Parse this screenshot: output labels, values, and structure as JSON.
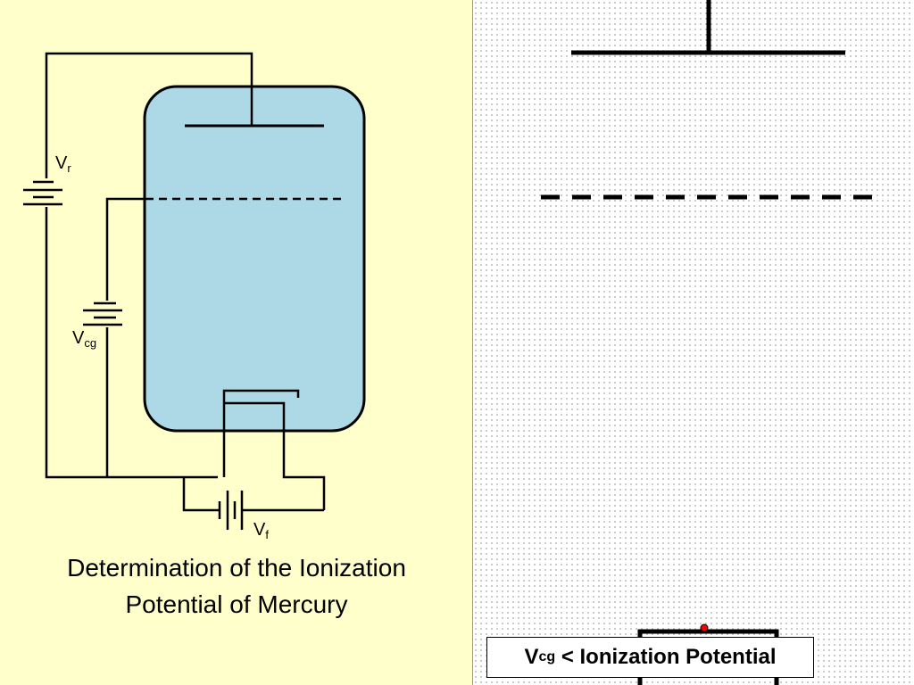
{
  "labels": {
    "vr": {
      "main": "V",
      "sub": "r"
    },
    "vcg": {
      "main": "V",
      "sub": "cg"
    },
    "vf": {
      "main": "V",
      "sub": "f"
    }
  },
  "caption": "Determination of the Ionization Potential of Mercury",
  "status": {
    "main": "V",
    "sub": "cg",
    "rest": " < Ionization Potential"
  },
  "colors": {
    "left_background": "#FFFFCC",
    "tube_fill": "#ADD8E6",
    "wire": "#000000",
    "electron": "#FF0000"
  }
}
